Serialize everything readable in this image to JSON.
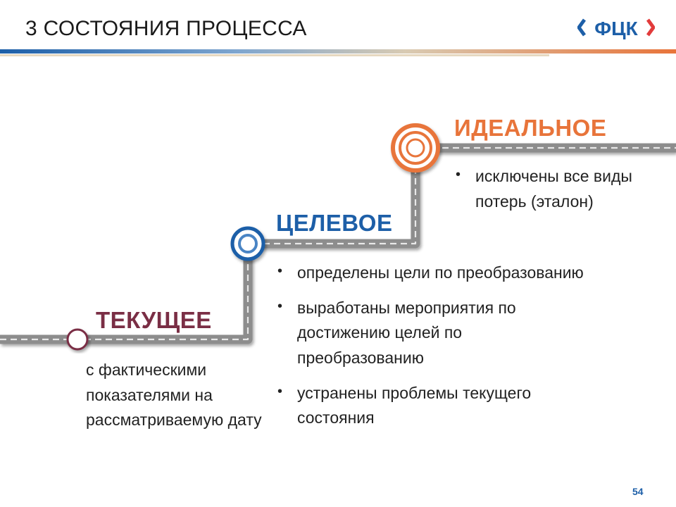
{
  "header": {
    "title": "3 СОСТОЯНИЯ ПРОЦЕССА",
    "logo_text": "ФЦК",
    "logo_color": "#1d5fa8",
    "logo_accent": "#e23b3b"
  },
  "stages": {
    "current": {
      "label": "ТЕКУЩЕЕ",
      "color": "#7a2e45",
      "description": "с  фактическими показателями на рассматриваемую дату"
    },
    "target": {
      "label": "ЦЕЛЕВОЕ",
      "color": "#1d5fa8",
      "bullets": [
        "определены цели по преобразованию",
        "выработаны мероприятия по достижению целей по преобразованию",
        "устранены проблемы текущего состояния"
      ]
    },
    "ideal": {
      "label": "ИДЕАЛЬНОЕ",
      "color": "#e8743a",
      "bullets": [
        "исключены все виды потерь (эталон)"
      ]
    }
  },
  "footer": {
    "page_number": "54"
  }
}
